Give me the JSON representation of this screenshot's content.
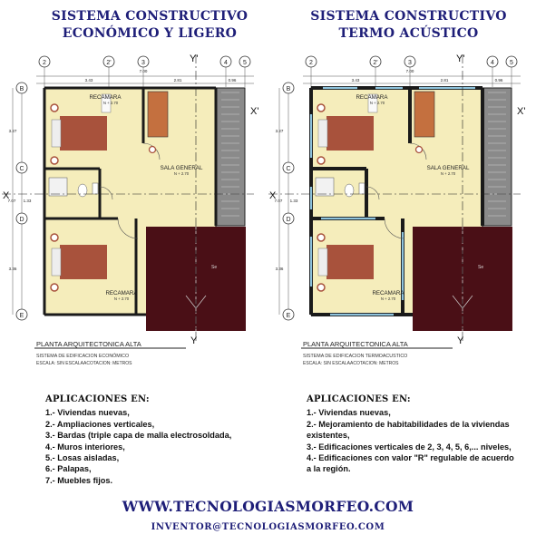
{
  "left": {
    "title": [
      "SISTEMA CONSTRUCTIVO",
      "ECONÓMICO Y LIGERO"
    ],
    "plan": {
      "rooms": {
        "recamara_top": "RECAMARA",
        "recamara_top_level": "N + 2.70",
        "sala": "SALA GENERAL",
        "sala_level": "N + 2.70",
        "recamara_bottom": "RECAMARA",
        "recamara_bottom_level": "N + 2.70",
        "void": "Se"
      },
      "axes_top": [
        "2",
        "2'",
        "3",
        "4",
        "5"
      ],
      "axes_side": [
        "B",
        "C",
        "D",
        "E"
      ],
      "axis_y": "Y'",
      "axis_y_bottom": "Y",
      "axis_x": "X",
      "axis_x_right": "X'",
      "dims_top": [
        "3.43",
        "2.81",
        "0.96"
      ],
      "dim_top2": "7.00",
      "dims_side": [
        "3.27",
        "7.07",
        "1.33",
        "3.36"
      ],
      "plan_title": "PLANTA ARQUITECTONICA ALTA",
      "system": "SISTEMA DE EDIFICACION ECONÓMICO",
      "scale": "ESCALA:  SIN ESCALA",
      "acot": "ACOTACION:  METROS"
    },
    "apps_heading": "APLICACIONES EN:",
    "apps": [
      "1.- Viviendas nuevas,",
      "2.- Ampliaciones verticales,",
      "3.- Bardas (triple capa de malla electrosoldada,",
      "4.- Muros interiores,",
      "5.- Losas aisladas,",
      "6.- Palapas,",
      "7.- Muebles fijos."
    ]
  },
  "right": {
    "title": [
      "SISTEMA CONSTRUCTIVO",
      "TERMO ACÚSTICO"
    ],
    "plan": {
      "rooms": {
        "recamara_top": "RECAMARA",
        "recamara_top_level": "N + 2.70",
        "sala": "SALA GENERAL",
        "sala_level": "N + 2.70",
        "recamara_bottom": "RECAMARA",
        "recamara_bottom_level": "N + 2.70",
        "void": "Se"
      },
      "axes_top": [
        "2",
        "2'",
        "3",
        "4",
        "5"
      ],
      "axes_side": [
        "B",
        "C",
        "D",
        "E"
      ],
      "axis_y": "Y'",
      "axis_y_bottom": "Y",
      "axis_x": "X",
      "axis_x_right": "X'",
      "dims_top": [
        "3.43",
        "2.81",
        "0.96"
      ],
      "dim_top2": "7.00",
      "dims_side": [
        "3.27",
        "7.07",
        "1.33",
        "3.36"
      ],
      "plan_title": "PLANTA ARQUITECTONICA ALTA",
      "system": "SISTEMA DE EDIFICACION TERMOACUSTICO",
      "scale": "ESCALA:  SIN ESCALA",
      "acot": "ACOTACION:  METROS"
    },
    "apps_heading": "APLICACIONES EN:",
    "apps": [
      "1.- Viviendas nuevas,",
      "2.- Mejoramiento de habitabilidades de la viviendas existentes,",
      "3.- Edificaciones verticales de 2, 3, 4, 5, 6,... niveles,",
      "4.- Edificaciones con valor \"R\" regulable de acuerdo a la región."
    ]
  },
  "website": "WWW.TECNOLOGIASMORFEO.COM",
  "email": "INVENTOR@TECNOLOGIASMORFEO.COM",
  "colors": {
    "title": "#1e1e78",
    "floor": "#f5edbb",
    "bed": "#a8523c",
    "wall": "#1a1a1a",
    "void": "#4a0f16",
    "stair": "#8a8a8a",
    "thermal_panel": "#8ec3dd"
  }
}
